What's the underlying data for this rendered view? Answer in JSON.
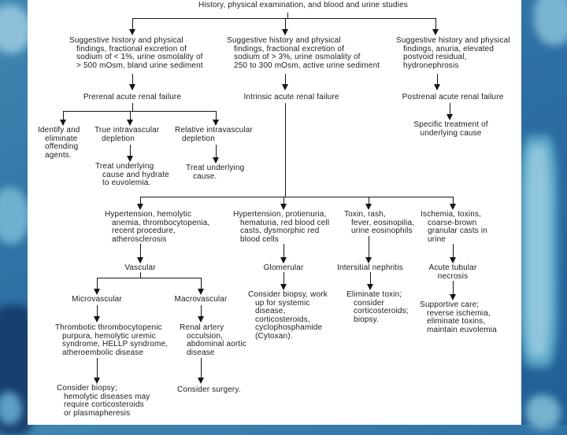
{
  "slide": {
    "colors": {
      "panel": "#ffffff",
      "line": "#161616",
      "text": "#1c1c1c",
      "background": "#2e6fa3",
      "background_light": "#7db9d6",
      "background_dark": "#173f6e"
    }
  },
  "flowchart": {
    "title": "History, physical examination, and blood and urine studies",
    "nodes": {
      "criteria_prerenal": "Suggestive history and physical\nfindings, fractional excretion of\nsodium of < 1%, urine osmolality of\n> 500 mOsm, bland urine sediment",
      "criteria_intrinsic": "Suggestive history and physical\nfindings, fractional excretion of\nsodium of > 3%, urine osmolality of\n250 to 300 mOsm, active urine sediment",
      "criteria_postrenal": "Suggestive history and physical\nfindings, anuria, elevated\npostvoid residual,\nhydronephrosis",
      "prerenal": "Prerenal acute renal failure",
      "intrinsic": "Intrinsic acute renal failure",
      "postrenal": "Postrenal acute renal failure",
      "specific_treatment": "Specific treatment of\nunderlying cause",
      "identify_eliminate": "Identify and\neliminate\noffending\nagents.",
      "true_depletion": "True intravascular\ndepletion",
      "relative_depletion": "Relative intravascular\ndepletion",
      "treat_hydrate": "Treat underlying\ncause and hydrate\nto euvolemia.",
      "treat_cause": "Treat underlying\ncause.",
      "vascular_signs": "Hypertension, hemolytic\nanemia, thrombocytopenia,\nrecent procedure,\natherosclerosis",
      "glomerular_signs": "Hypertension, protienuria,\nhematuria, red blood cell\ncasts, dysmorphic red\nblood cells",
      "interstitial_signs": "Toxin, rash,\nfever, eosinopilia,\nurine eosinophils",
      "atn_signs": "Ischemia, toxins,\ncoarse-brown\ngranular casts in\nurine",
      "vascular": "Vascular",
      "glomerular": "Glomerular",
      "interstitial": "Intersitial nephritis",
      "atn": "Acute tubular\nnecrosis",
      "microvascular": "Microvascular",
      "macrovascular": "Macrovascular",
      "micro_causes": "Thrombotic thrombocytopenic\npurpura, hemolytic uremic\nsyndrome, HELLP syndrome,\natheroembolic disease",
      "macro_causes": "Renal artery\nocculsion,\nabdominal aortic\ndisease",
      "glomerular_tx": "Consider biopsy, work\nup for systemic\ndisease,\ncorticosteroids,\ncyclophosphamide\n(Cytoxan).",
      "interstitial_tx": "Eliminate toxin;\nconsider\ncorticosteroids;\nbiopsy.",
      "atn_tx": "Supportive care;\nreverse ischemia,\neliminate toxins,\nmaintain euvolemia",
      "micro_tx": "Consider biopsy;\nhemolytic diseases may\nrequire corticosteroids\nor plasmapheresis",
      "macro_tx": "Consider surgery."
    }
  }
}
